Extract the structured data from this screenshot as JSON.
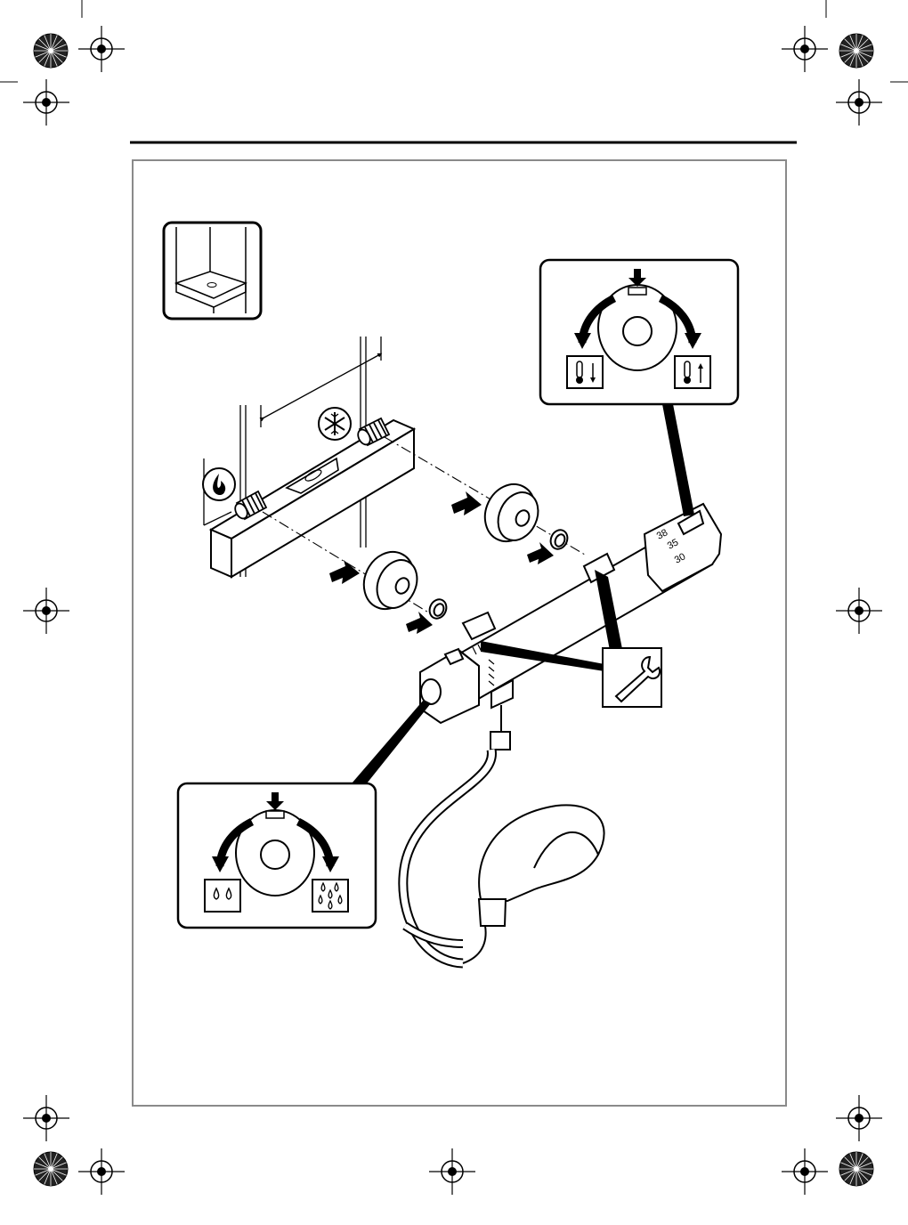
{
  "colors": {
    "line": "#000000",
    "fill": "#ffffff",
    "frame": "#8a8a8a"
  },
  "icons": {
    "installation_context": "shower-cubicle-icon",
    "hot_supply": "flame-icon",
    "cold_supply": "snowflake-icon",
    "temperature_down": "thermometer-down-icon",
    "temperature_up": "thermometer-up-icon",
    "flow_low": "water-drops-low-icon",
    "flow_high": "water-drops-high-icon",
    "tool": "adjustable-wrench-icon"
  },
  "scale": {
    "labels": [
      "38",
      "35",
      "30"
    ]
  }
}
